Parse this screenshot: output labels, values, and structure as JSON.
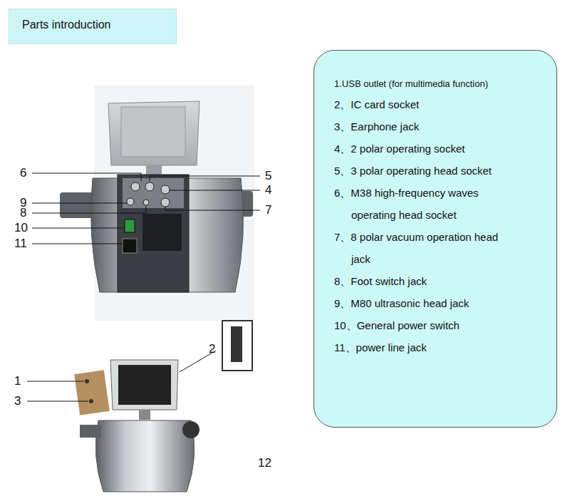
{
  "diagram": {
    "title": "Parts introduction",
    "nodes": [
      {
        "text": [
          "Parts introduction"
        ]
      },
      {
        "text": [
          "1.USB outlet (for multimedia function)",
          "2、IC card socket",
          "3、Earphone jack",
          "4、2 polar operating socket",
          "5、3 polar operating head socket",
          "6、M38 high-frequency waves operating head socket",
          "7、8 polar vacuum operation head jack",
          "8、Foot switch jack",
          "9、M80 ultrasonic head jack",
          "10、General power switch",
          "11、power line jack"
        ]
      }
    ],
    "labels": [
      "6",
      "5",
      "4",
      "9",
      "8",
      "7",
      "10",
      "11",
      "1",
      "3",
      "2",
      "12"
    ]
  }
}
